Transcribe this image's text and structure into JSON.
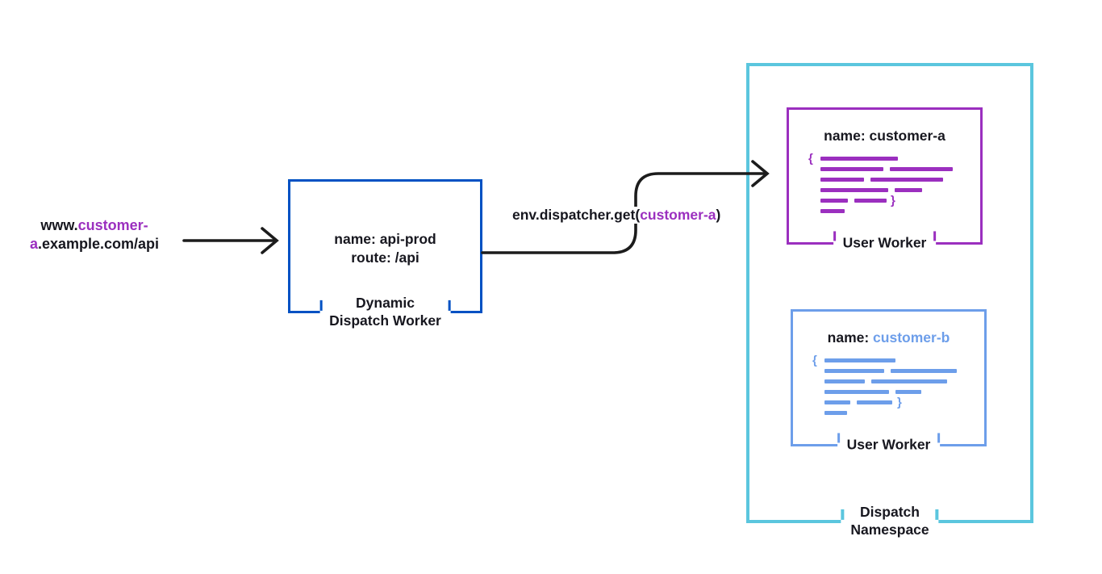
{
  "colors": {
    "purple": "#9B2FBF",
    "blue": "#0051C3",
    "cyan": "#5BC6DE",
    "cornflower": "#6D9EEA",
    "ink": "#17171F",
    "arrow": "#1C1C1C"
  },
  "url": {
    "part1": "www.",
    "part2": "customer-",
    "part3": "a",
    "part4": ".example.com/api"
  },
  "dispatch_worker": {
    "name_line": "name: api-prod",
    "route_line": "route: /api",
    "label_line1": "Dynamic",
    "label_line2": "Dispatch Worker"
  },
  "dispatcher_call": {
    "part1": "env.dispatcher.get(",
    "part2": "customer-a",
    "part3": ")"
  },
  "namespace": {
    "label_line1": "Dispatch",
    "label_line2": "Namespace"
  },
  "worker_a": {
    "name_line": "name: customer-a",
    "label": "User Worker",
    "code_rows": [
      [
        96
      ],
      [
        78,
        78
      ],
      [
        54,
        90
      ],
      [
        84,
        34
      ],
      [
        34,
        40
      ],
      [
        30
      ]
    ]
  },
  "worker_b": {
    "name_prefix": "name: ",
    "name_value": "customer-b",
    "label": "User Worker",
    "code_rows": [
      [
        88
      ],
      [
        74,
        82
      ],
      [
        50,
        94
      ],
      [
        80,
        32
      ],
      [
        32,
        44
      ],
      [
        28
      ]
    ]
  },
  "code_glyphs": {
    "open": "{",
    "close": "}"
  }
}
